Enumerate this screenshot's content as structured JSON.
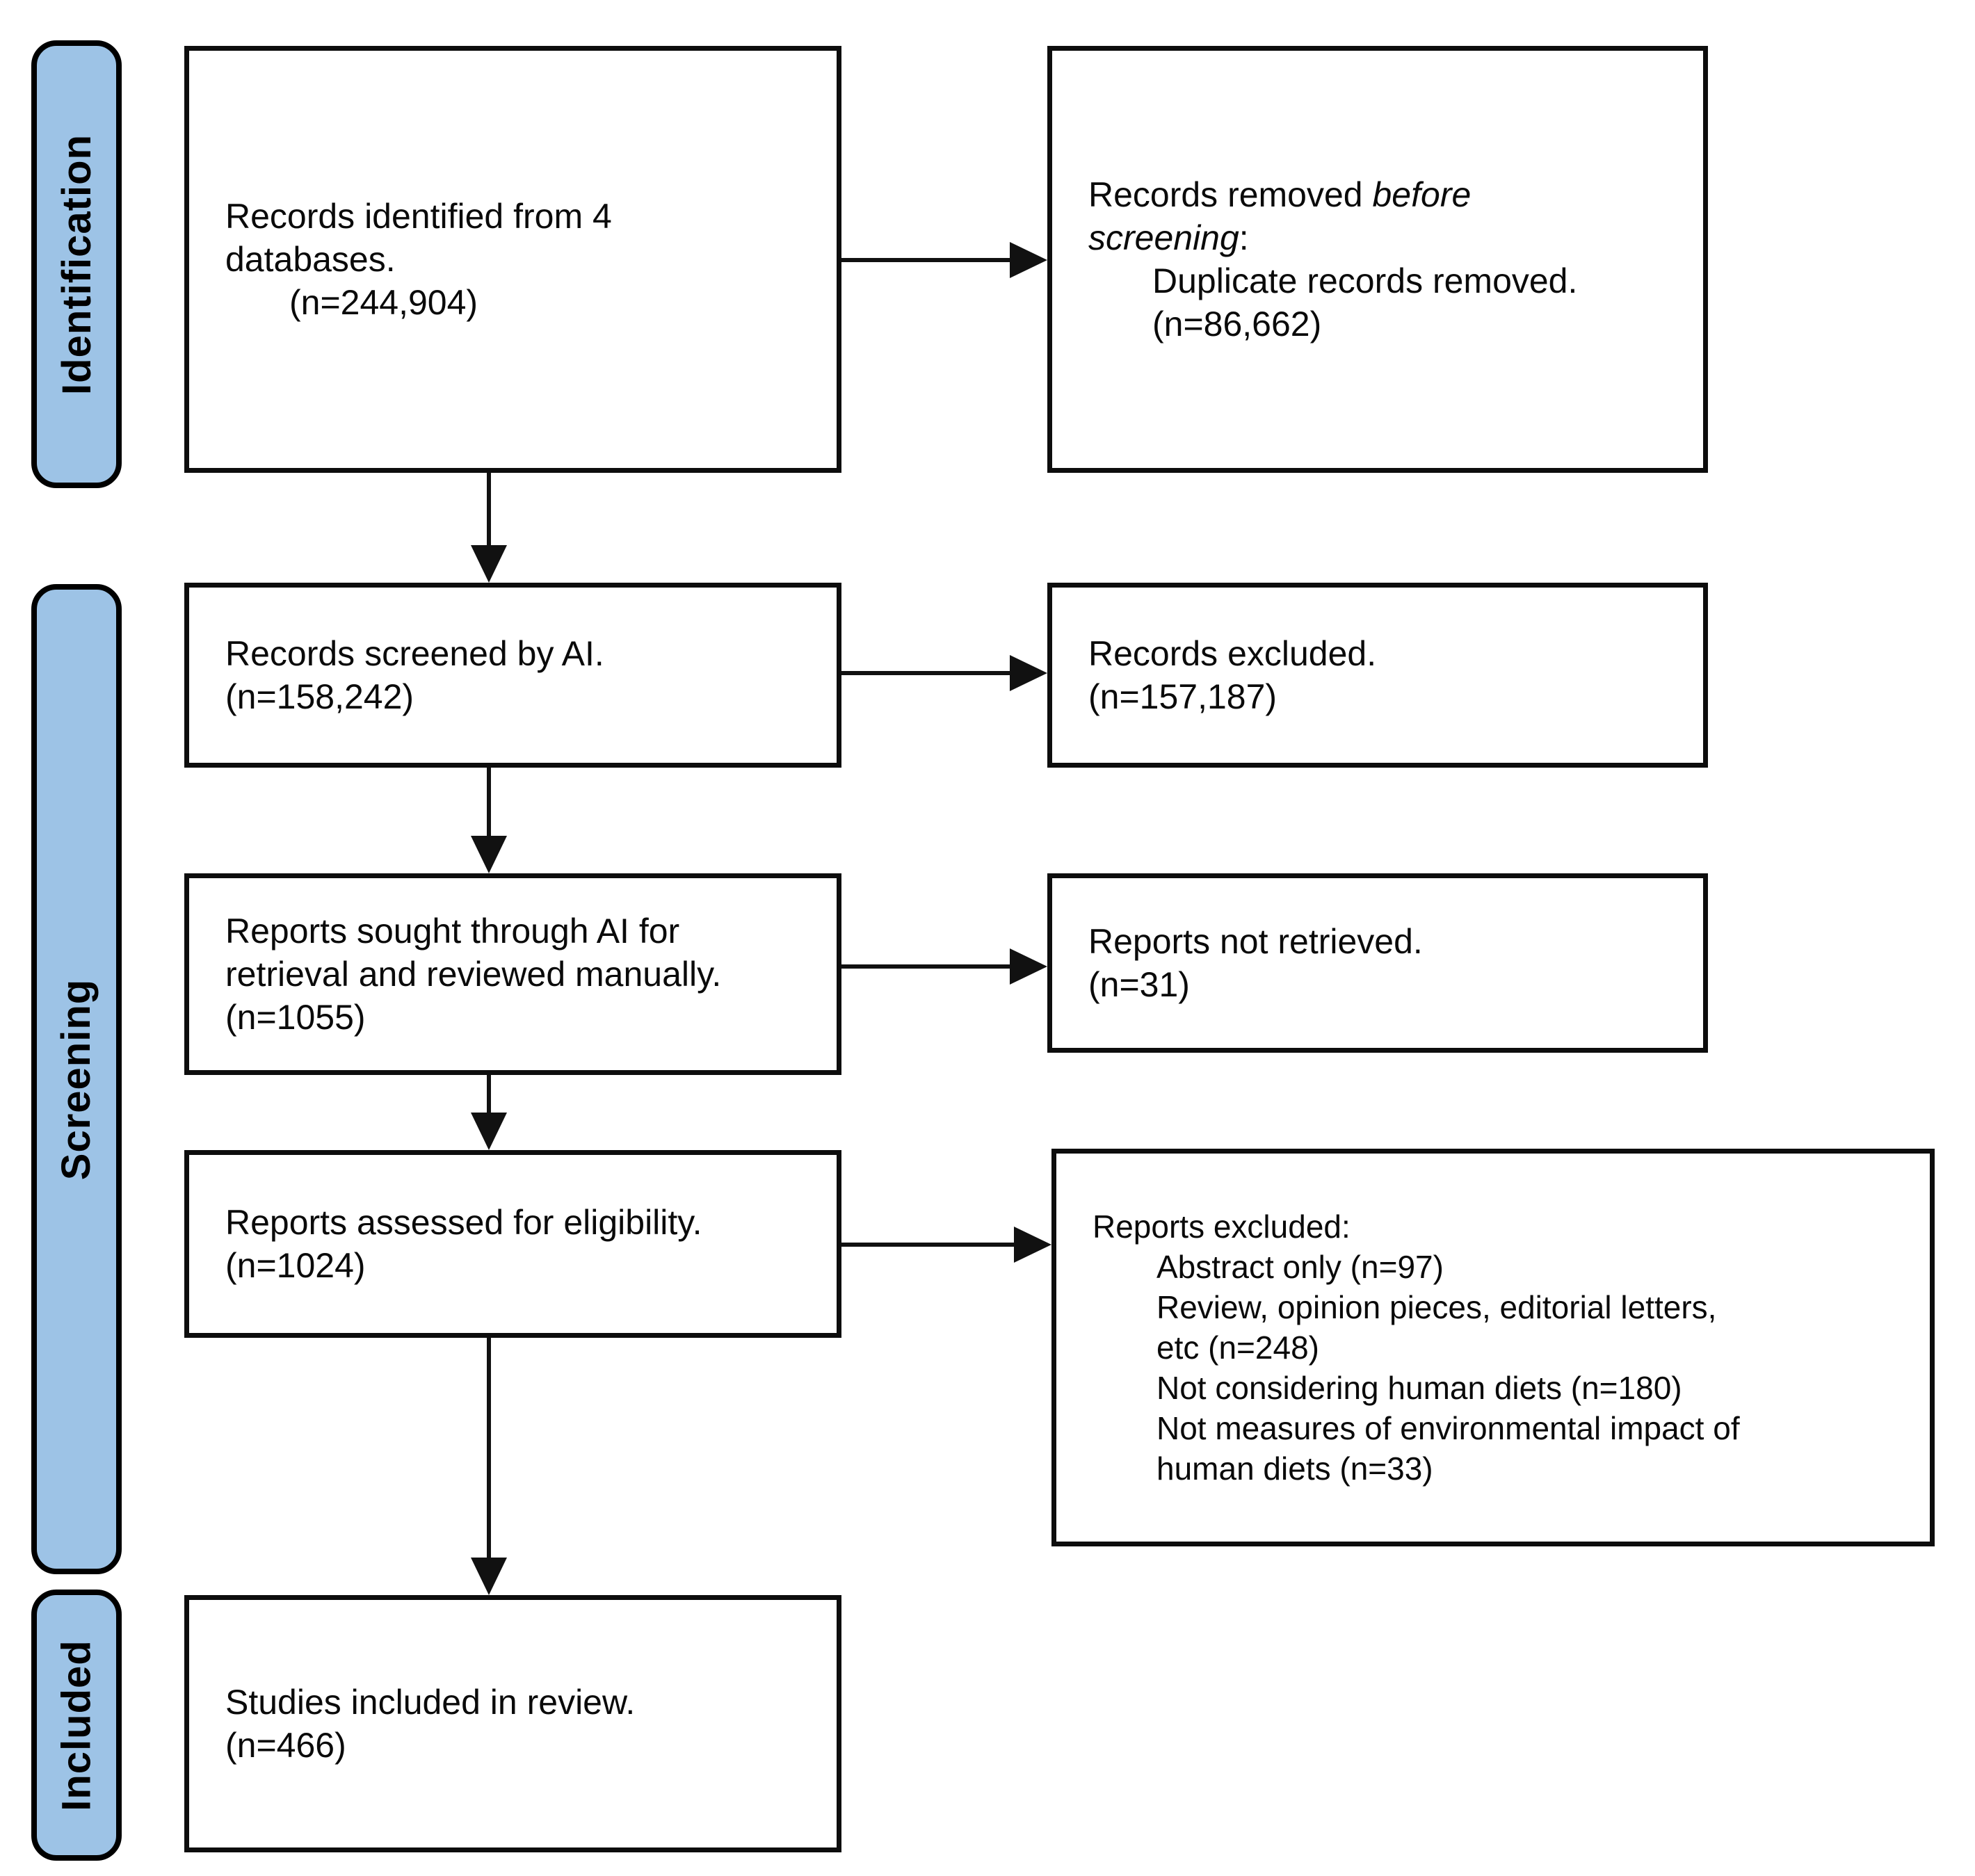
{
  "colors": {
    "background": "#FFFFFF",
    "stage_fill": "#9DC3E6",
    "stage_border": "#000000",
    "stage_text": "#000000",
    "box_fill": "#FFFFFF",
    "box_border": "#0D0D0D",
    "box_text": "#0A0A0A",
    "arrow": "#111111"
  },
  "stages": [
    {
      "id": "identification",
      "label": "Identification"
    },
    {
      "id": "screening",
      "label": "Screening"
    },
    {
      "id": "included",
      "label": "Included"
    }
  ],
  "boxes": [
    {
      "id": "records-identified",
      "stage": "identification",
      "lines": [
        {
          "segments": [
            {
              "text": "Records identified from 4"
            }
          ]
        },
        {
          "segments": [
            {
              "text": "databases."
            }
          ]
        },
        {
          "indent": 1,
          "segments": [
            {
              "text": "(n=244,904)"
            }
          ]
        }
      ]
    },
    {
      "id": "records-removed",
      "stage": "identification",
      "lines": [
        {
          "segments": [
            {
              "text": "Records removed "
            },
            {
              "text": "before",
              "italic": true
            }
          ]
        },
        {
          "segments": [
            {
              "text": "screening",
              "italic": true
            },
            {
              "text": ":"
            }
          ]
        },
        {
          "indent": 1,
          "segments": [
            {
              "text": "Duplicate records removed."
            }
          ]
        },
        {
          "indent": 1,
          "segments": [
            {
              "text": "(n=86,662)"
            }
          ]
        }
      ]
    },
    {
      "id": "records-screened",
      "stage": "screening",
      "lines": [
        {
          "segments": [
            {
              "text": "Records screened by AI."
            }
          ]
        },
        {
          "segments": [
            {
              "text": "(n=158,242)"
            }
          ]
        }
      ]
    },
    {
      "id": "records-excluded",
      "stage": "screening",
      "lines": [
        {
          "segments": [
            {
              "text": "Records excluded."
            }
          ]
        },
        {
          "segments": [
            {
              "text": "(n=157,187)"
            }
          ]
        }
      ]
    },
    {
      "id": "reports-sought",
      "stage": "screening",
      "lines": [
        {
          "segments": [
            {
              "text": "Reports sought through AI for"
            }
          ]
        },
        {
          "segments": [
            {
              "text": "retrieval and reviewed manually."
            }
          ]
        },
        {
          "segments": [
            {
              "text": "(n=1055)"
            }
          ]
        }
      ]
    },
    {
      "id": "reports-not-retrieved",
      "stage": "screening",
      "lines": [
        {
          "segments": [
            {
              "text": "Reports not retrieved."
            }
          ]
        },
        {
          "segments": [
            {
              "text": "(n=31)"
            }
          ]
        }
      ]
    },
    {
      "id": "reports-assessed",
      "stage": "screening",
      "lines": [
        {
          "segments": [
            {
              "text": "Reports assessed for eligibility."
            }
          ]
        },
        {
          "segments": [
            {
              "text": "(n=1024)"
            }
          ]
        }
      ]
    },
    {
      "id": "reports-excluded",
      "stage": "screening",
      "lines": [
        {
          "segments": [
            {
              "text": "Reports excluded:"
            }
          ]
        },
        {
          "indent": 1,
          "segments": [
            {
              "text": "Abstract only (n=97)"
            }
          ]
        },
        {
          "indent": 1,
          "segments": [
            {
              "text": "Review, opinion pieces, editorial letters,"
            }
          ]
        },
        {
          "indent": 1,
          "segments": [
            {
              "text": "etc (n=248)"
            }
          ]
        },
        {
          "indent": 1,
          "segments": [
            {
              "text": "Not considering human diets (n=180)"
            }
          ]
        },
        {
          "indent": 1,
          "segments": [
            {
              "text": "Not measures of environmental impact of"
            }
          ]
        },
        {
          "indent": 1,
          "segments": [
            {
              "text": "human diets (n=33)"
            }
          ]
        }
      ]
    },
    {
      "id": "studies-included",
      "stage": "included",
      "lines": [
        {
          "segments": [
            {
              "text": "Studies included in review."
            }
          ]
        },
        {
          "segments": [
            {
              "text": "(n=466)"
            }
          ]
        }
      ]
    }
  ],
  "connections": [
    {
      "from": "records-identified",
      "to": "records-removed",
      "direction": "right"
    },
    {
      "from": "records-identified",
      "to": "records-screened",
      "direction": "down"
    },
    {
      "from": "records-screened",
      "to": "records-excluded",
      "direction": "right"
    },
    {
      "from": "records-screened",
      "to": "reports-sought",
      "direction": "down"
    },
    {
      "from": "reports-sought",
      "to": "reports-not-retrieved",
      "direction": "right"
    },
    {
      "from": "reports-sought",
      "to": "reports-assessed",
      "direction": "down"
    },
    {
      "from": "reports-assessed",
      "to": "reports-excluded",
      "direction": "right"
    },
    {
      "from": "reports-assessed",
      "to": "studies-included",
      "direction": "down"
    }
  ]
}
